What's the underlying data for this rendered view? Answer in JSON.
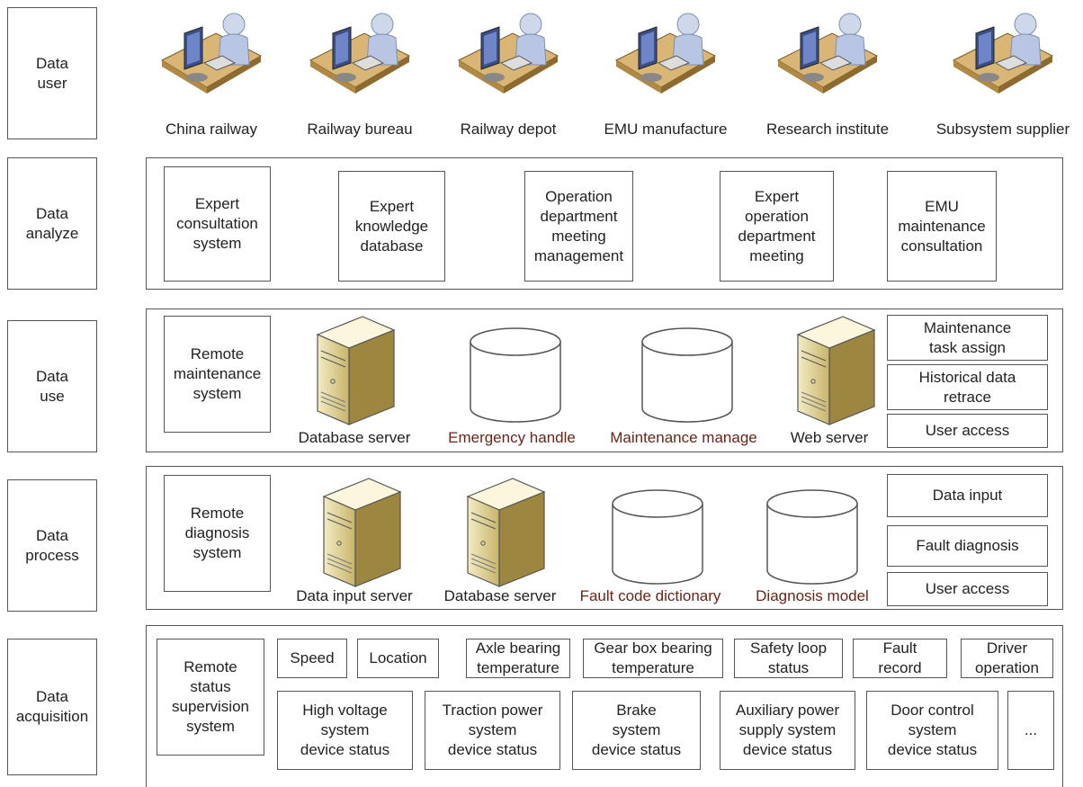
{
  "layers": {
    "user": "Data\nuser",
    "analyze": "Data\nanalyze",
    "use": "Data\nuse",
    "process": "Data\nprocess",
    "acquisition": "Data\nacquisition"
  },
  "users": [
    "China railway",
    "Railway bureau",
    "Railway depot",
    "EMU manufacture",
    "Research institute",
    "Subsystem supplier"
  ],
  "analyze": [
    "Expert\nconsultation\nsystem",
    "Expert\nknowledge\ndatabase",
    "Operation\ndepartment\nmeeting\nmanagement",
    "Expert\noperation\ndepartment\nmeeting",
    "EMU\nmaintenance\nconsultation"
  ],
  "use": {
    "system": "Remote\nmaintenance\nsystem",
    "database_server": "Database server",
    "emergency": "Emergency handle",
    "maintenance": "Maintenance manage",
    "web_server": "Web server",
    "side": [
      "Maintenance\ntask assign",
      "Historical data\nretrace",
      "User access"
    ]
  },
  "process": {
    "system": "Remote\ndiagnosis\nsystem",
    "data_input_server": "Data input server",
    "database_server": "Database server",
    "fault_code": "Fault code dictionary",
    "diagnosis_model": "Diagnosis model",
    "side": [
      "Data input",
      "Fault diagnosis",
      "User access"
    ]
  },
  "acquisition": {
    "system": "Remote\nstatus\nsupervision\nsystem",
    "top": [
      "Speed",
      "Location",
      "Axle bearing\ntemperature",
      "Gear box  bearing\ntemperature",
      "Safety loop\nstatus",
      "Fault\nrecord",
      "Driver\noperation"
    ],
    "bottom": [
      "High voltage\nsystem\ndevice status",
      "Traction power\nsystem\ndevice status",
      "Brake\nsystem\ndevice status",
      "Auxiliary power\nsupply system\ndevice status",
      "Door control\nsystem\ndevice status",
      "..."
    ]
  },
  "colors": {
    "highlight_text": "#6a2418",
    "server": "#c8b46a",
    "line": "#555555"
  }
}
